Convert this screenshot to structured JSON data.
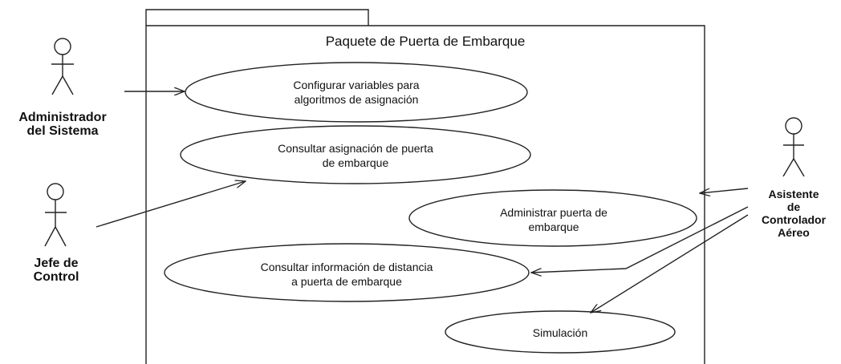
{
  "package": {
    "title": "Paquete de Puerta de Embarque"
  },
  "use_cases": [
    {
      "id": "uc1",
      "label": "Configurar variables para\nalgoritmos de asignación"
    },
    {
      "id": "uc2",
      "label": "Consultar asignación de puerta\nde embarque"
    },
    {
      "id": "uc3",
      "label": "Administrar puerta de\nembarque"
    },
    {
      "id": "uc4",
      "label": "Consultar información de distancia\na puerta de embarque"
    },
    {
      "id": "uc5",
      "label": "Simulación"
    }
  ],
  "actors": [
    {
      "id": "admin",
      "label": "Administrador\ndel Sistema"
    },
    {
      "id": "jefe",
      "label": "Jefe de\nControl"
    },
    {
      "id": "asistente",
      "label": "Asistente\nde\nControlador\nAéreo"
    }
  ],
  "colors": {
    "line": "#222222",
    "background": "#ffffff"
  }
}
